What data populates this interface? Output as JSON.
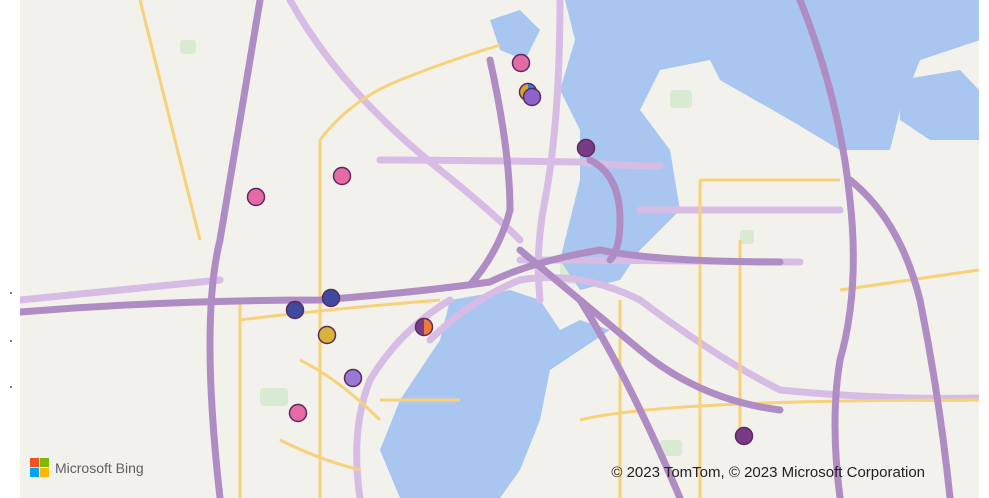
{
  "map": {
    "provider": "Microsoft Bing",
    "copyright": "© 2023 TomTom, © 2023 Microsoft Corporation",
    "colors": {
      "land": "#f3f1ec",
      "water": "#a8c6f0",
      "park": "#d9ead3",
      "highway": "#b08cc4",
      "major_road": "#f7d27a",
      "arterial": "#d7bde6"
    }
  },
  "markers": [
    {
      "id": "m1",
      "color": "#e66aa6"
    },
    {
      "id": "m2",
      "color": "#d4a82a",
      "secondary": "#2f7ee6"
    },
    {
      "id": "m3",
      "color": "#8e63c9"
    },
    {
      "id": "m4",
      "color": "#7a3b86"
    },
    {
      "id": "m5",
      "color": "#e66aa6"
    },
    {
      "id": "m6",
      "color": "#e66aa6"
    },
    {
      "id": "m7",
      "color": "#3d4aa0"
    },
    {
      "id": "m8",
      "color": "#3d4aa0"
    },
    {
      "id": "m9",
      "color": "#d9b23a"
    },
    {
      "id": "m10",
      "color": "#7a3b86",
      "secondary": "#f07a3a"
    },
    {
      "id": "m11",
      "color": "#9a78d6"
    },
    {
      "id": "m12",
      "color": "#e66aa6"
    },
    {
      "id": "m13",
      "color": "#7a3b86"
    }
  ]
}
